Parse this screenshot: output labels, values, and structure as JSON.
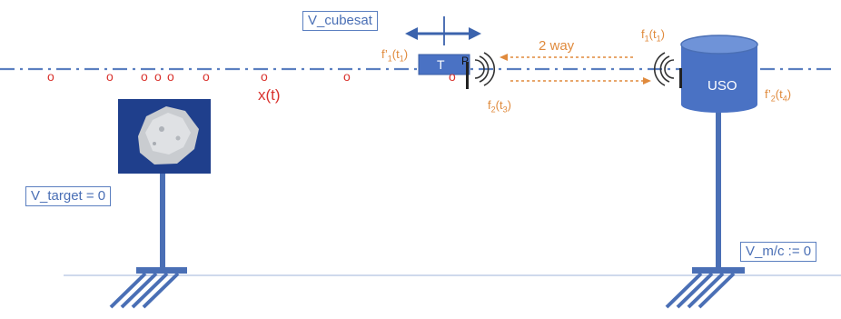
{
  "labels": {
    "v_cubesat": "V_cubesat",
    "v_target": "V_target = 0",
    "v_mc": "V_m/c := 0",
    "two_way": "2 way",
    "x_t": "x(t)",
    "transponder": "T",
    "p": "P",
    "uso": "USO",
    "f1_t1": {
      "main": "f",
      "sub1": "1",
      "mid": "(t",
      "sub2": "1",
      "end": ")"
    },
    "f1p_t1": {
      "main": "f’",
      "sub1": "1",
      "mid": "(t",
      "sub2": "1",
      "end": ")"
    },
    "f2_t3": {
      "main": "f",
      "sub1": "2",
      "mid": "(t",
      "sub2": "3",
      "end": ")"
    },
    "f2p_t4": {
      "main": "f’",
      "sub1": "2",
      "mid": "(t",
      "sub2": "4",
      "end": ")"
    }
  },
  "markers": [
    "o",
    "o",
    "o",
    "o",
    "o",
    "o",
    "o",
    "o",
    "o"
  ],
  "colors": {
    "blue": "#5b7fc0",
    "dark_blue": "#4a6fb5",
    "orange": "#e08a3c",
    "red": "#d9332e",
    "asteroid_bg": "#1f3f8c"
  }
}
